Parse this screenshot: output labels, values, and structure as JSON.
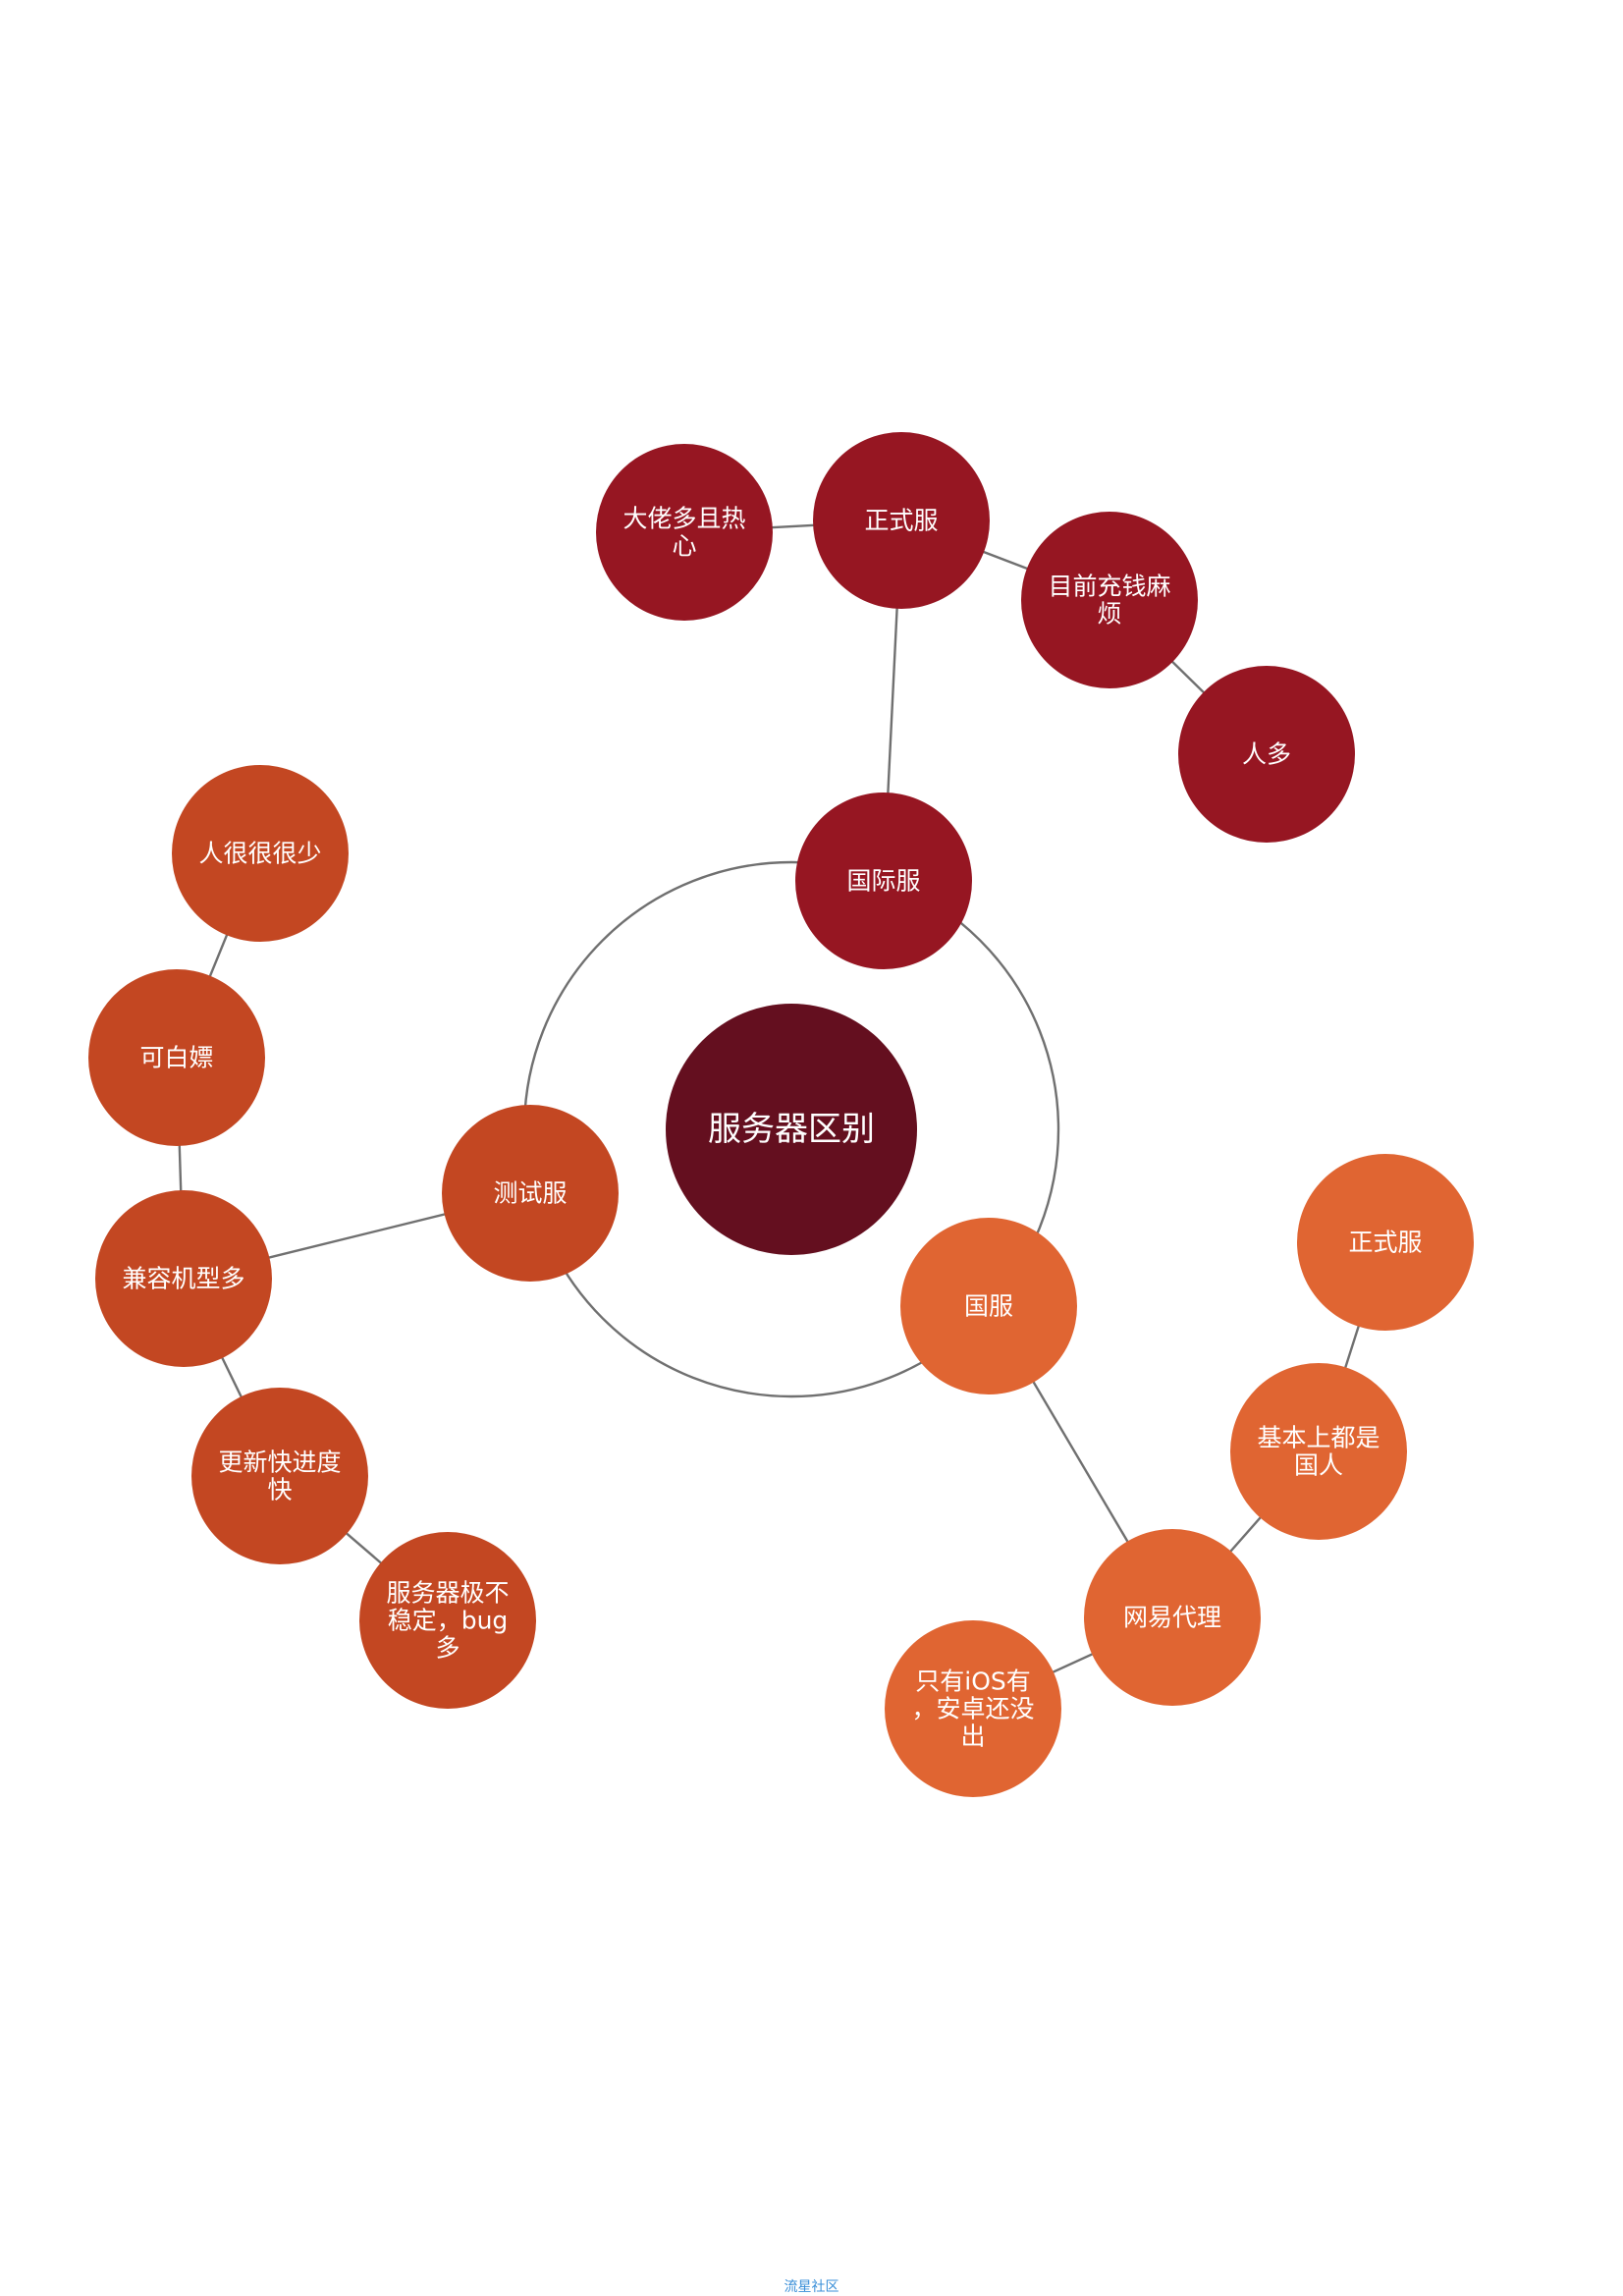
{
  "title": "",
  "colors": {
    "center": "#640f1f",
    "international": "#961622",
    "test": "#c34722",
    "china": "#e06532",
    "line": "#707070",
    "footer_text": "#3a8fd8"
  },
  "nodes": {
    "center": {
      "lines": [
        "服务器区别"
      ],
      "group": "center"
    },
    "intl": {
      "lines": [
        "国际服"
      ],
      "group": "international"
    },
    "intl_official": {
      "lines": [
        "正式服"
      ],
      "group": "international"
    },
    "intl_bigshots": {
      "lines": [
        "大佬多且热",
        "心"
      ],
      "group": "international"
    },
    "intl_recharge": {
      "lines": [
        "目前充钱麻",
        "烦"
      ],
      "group": "international"
    },
    "intl_crowded": {
      "lines": [
        "人多"
      ],
      "group": "international"
    },
    "test": {
      "lines": [
        "测试服"
      ],
      "group": "test"
    },
    "test_compat": {
      "lines": [
        "兼容机型多"
      ],
      "group": "test"
    },
    "test_free": {
      "lines": [
        "可白嫖"
      ],
      "group": "test"
    },
    "test_few": {
      "lines": [
        "人很很很少"
      ],
      "group": "test"
    },
    "test_fast": {
      "lines": [
        "更新快进度",
        "快"
      ],
      "group": "test"
    },
    "test_unstable": {
      "lines": [
        "服务器极不",
        "稳定，bug",
        "多"
      ],
      "group": "test"
    },
    "cn": {
      "lines": [
        "国服"
      ],
      "group": "china"
    },
    "cn_netease": {
      "lines": [
        "网易代理"
      ],
      "group": "china"
    },
    "cn_domestic": {
      "lines": [
        "基本上都是",
        "国人"
      ],
      "group": "china"
    },
    "cn_official": {
      "lines": [
        "正式服"
      ],
      "group": "china"
    },
    "cn_ios_only": {
      "lines": [
        "只有iOS有",
        "，安卓还没",
        "出"
      ],
      "group": "china"
    }
  },
  "edges": [
    [
      "intl",
      "intl_official"
    ],
    [
      "intl_official",
      "intl_bigshots"
    ],
    [
      "intl_official",
      "intl_recharge"
    ],
    [
      "intl_recharge",
      "intl_crowded"
    ],
    [
      "test",
      "test_compat"
    ],
    [
      "test_compat",
      "test_free"
    ],
    [
      "test_free",
      "test_few"
    ],
    [
      "test_compat",
      "test_fast"
    ],
    [
      "test_fast",
      "test_unstable"
    ],
    [
      "cn",
      "cn_netease"
    ],
    [
      "cn_netease",
      "cn_domestic"
    ],
    [
      "cn_domestic",
      "cn_official"
    ],
    [
      "cn_netease",
      "cn_ios_only"
    ]
  ],
  "footer": "流星社区"
}
